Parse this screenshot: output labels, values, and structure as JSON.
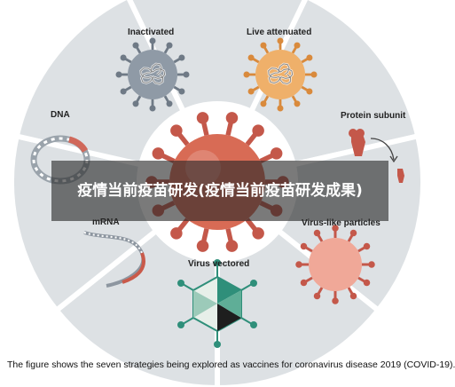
{
  "labels": {
    "inactivated": "Inactivated",
    "live_attenuated": "Live attenuated",
    "dna": "DNA",
    "protein_subunit": "Protein subunit",
    "mrna": "mRNA",
    "virus_like_particles": "Virus-like particles",
    "virus_vectored": "Virus vectored"
  },
  "overlay_title": "疫情当前疫苗研发(疫情当前疫苗研发成果)",
  "caption": "The figure shows the seven strategies being explored as vaccines for coronavirus disease 2019 (COVID-19).",
  "colors": {
    "segment": "#dde1e4",
    "segment_border": "#ffffff",
    "center_virus": "#d86b55",
    "inactivated_virus": "#8f9aa6",
    "attenuated_virus": "#efb06a",
    "vlp_virus": "#f0a898",
    "spike": "#c4584a",
    "vector": "#2f8f7a"
  }
}
